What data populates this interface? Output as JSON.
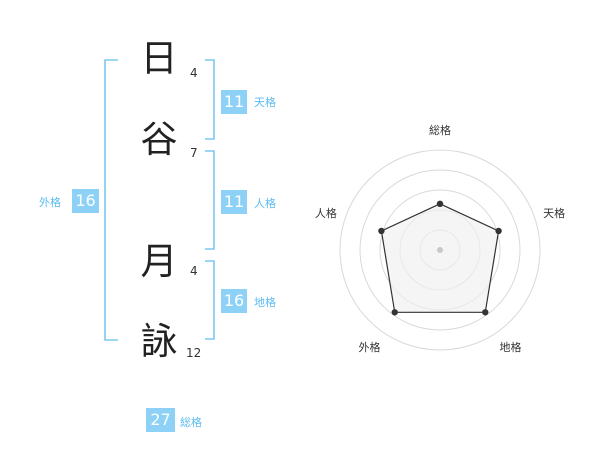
{
  "name": {
    "characters": [
      {
        "char": "日",
        "strokes": "4"
      },
      {
        "char": "谷",
        "strokes": "7"
      },
      {
        "char": "月",
        "strokes": "4"
      },
      {
        "char": "詠",
        "strokes": "12"
      }
    ]
  },
  "fortune": {
    "tenkaku": {
      "value": "11",
      "label": "天格"
    },
    "jinkaku": {
      "value": "11",
      "label": "人格"
    },
    "chikaku": {
      "value": "16",
      "label": "地格"
    },
    "gaikaku": {
      "value": "16",
      "label": "外格"
    },
    "soukaku": {
      "value": "27",
      "label": "総格"
    }
  },
  "colors": {
    "accent": "#8ed1f7",
    "accent_text": "#5cbcf0",
    "bracket": "#7cc7f2",
    "chart_fill": "#f0f0f0",
    "chart_line": "#333333",
    "chart_grid": "#d9d9d9"
  },
  "chart_data": {
    "type": "radar",
    "axes": [
      "総格",
      "天格",
      "地格",
      "外格",
      "人格"
    ],
    "values": [
      3,
      4,
      5,
      5,
      4
    ],
    "max": 5,
    "rings": 5
  }
}
